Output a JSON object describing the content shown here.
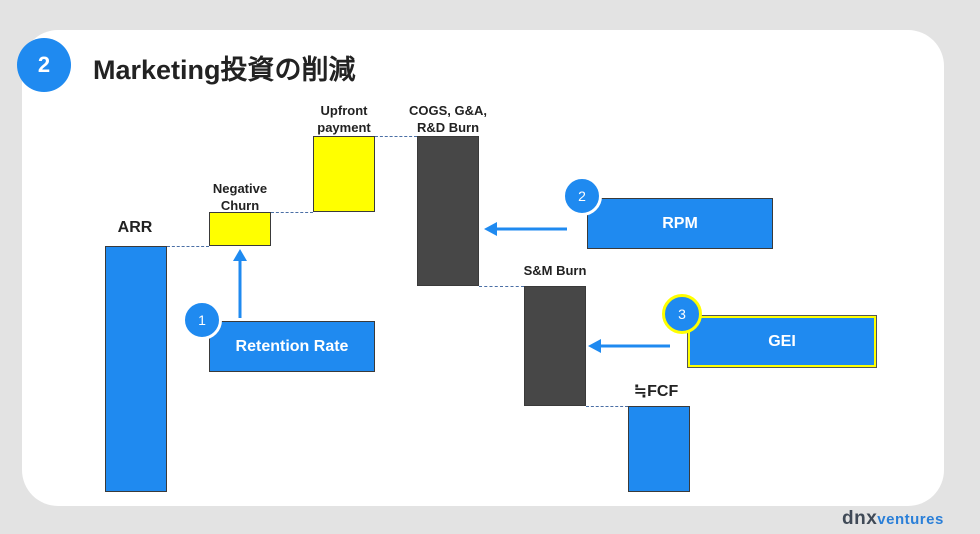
{
  "header": {
    "badge": "2",
    "title": "Marketing投資の削減"
  },
  "waterfall": {
    "arr_label": "ARR",
    "negative_churn_label": "Negative\nChurn",
    "upfront_label": "Upfront\npayment",
    "cogs_label": "COGS, G&A,\nR&D Burn",
    "sm_label": "S&M Burn",
    "fcf_label": "≒FCF"
  },
  "drivers": [
    {
      "number": "1",
      "label": "Retention Rate"
    },
    {
      "number": "2",
      "label": "RPM"
    },
    {
      "number": "3",
      "label": "GEI"
    }
  ],
  "logo": {
    "main": "dnx",
    "sub": "ventures"
  },
  "colors": {
    "blue": "#1f8af0",
    "yellow": "#ffff00",
    "dark": "#474747",
    "gei_border": "#ffff00"
  }
}
